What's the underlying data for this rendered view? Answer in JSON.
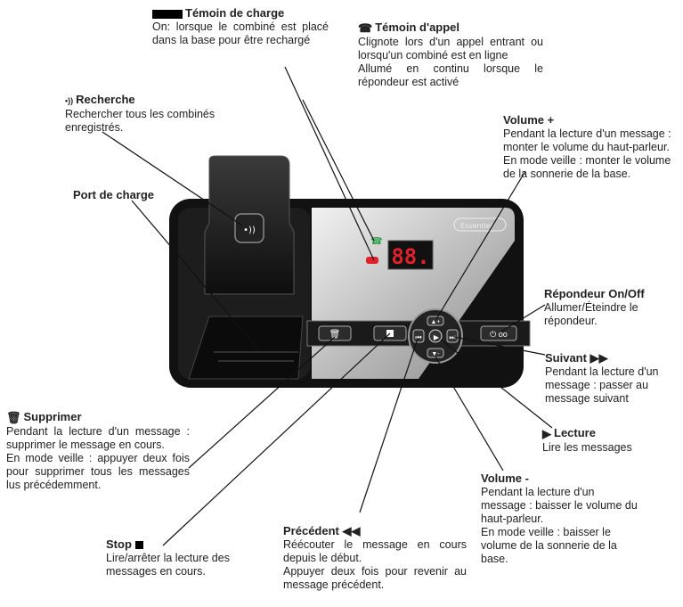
{
  "labels": {
    "temoin_charge": {
      "title": "Témoin de charge",
      "desc": "On: lorsque le combiné est placé dans la base pour être rechargé"
    },
    "temoin_appel": {
      "title": "Témoin d'appel",
      "desc": "Clignote lors d'un appel entrant ou lorsqu'un combiné est en ligne\nAllumé en continu lorsque le répondeur est activé"
    },
    "recherche": {
      "title": "Recherche",
      "desc": "Rechercher tous les combinés enregistrés."
    },
    "volume_plus": {
      "title": "Volume +",
      "desc": "Pendant la lecture d'un message : monter le volume du haut-parleur.\nEn mode veille : monter le volume de la sonnerie de la base."
    },
    "port_charge": {
      "title": "Port de charge"
    },
    "repondeur": {
      "title": "Répondeur On/Off",
      "desc": "Allumer/Éteindre le répondeur."
    },
    "suivant": {
      "title": "Suivant ▶▶",
      "desc": "Pendant la lecture d'un message : passer au message suivant"
    },
    "supprimer": {
      "title": "Supprimer",
      "desc": "Pendant la lecture d'un message : supprimer le message en cours.\nEn mode veille : appuyer deux fois pour supprimer tous les messages lus précédemment."
    },
    "lecture": {
      "title": "Lecture",
      "desc": "Lire les messages"
    },
    "volume_moins": {
      "title": "Volume -",
      "desc": "Pendant la lecture d'un message : baisser le volume du haut-parleur.\nEn mode veille : baisser le volume de la sonnerie de la base."
    },
    "precedent": {
      "title": "Précédent ◀◀",
      "desc": "Réécouter le message en cours depuis le début.\nAppuyer deux fois pour revenir au message précédent."
    },
    "stop": {
      "title": "Stop",
      "desc": "Lire/arrêter la lecture des messages en cours."
    }
  },
  "device": {
    "display": "88.",
    "brand": "Essentiel"
  },
  "colors": {
    "device_black": "#1a1a1a",
    "panel_silver": "#c8c8c8",
    "display_red": "#e0202a",
    "led_green": "#2aa04a"
  }
}
